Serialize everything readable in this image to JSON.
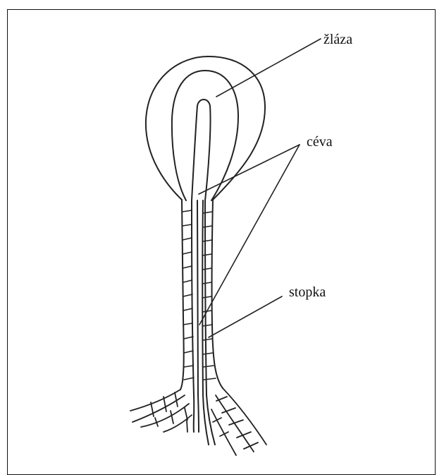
{
  "labels": {
    "gland": "žláza",
    "vessel": "céva",
    "stalk": "stopka"
  }
}
